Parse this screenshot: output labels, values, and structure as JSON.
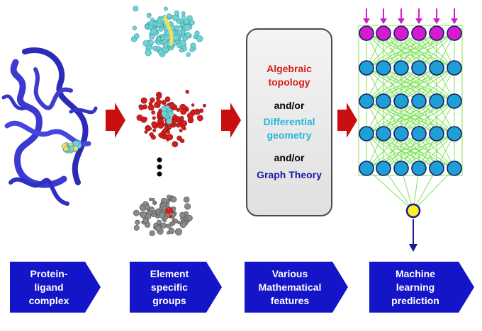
{
  "mathematical_features": {
    "topology": "Algebraic\ntopology",
    "and_or_1": "and/or",
    "geometry": "Differential\ngeometry",
    "and_or_2": "and/or",
    "graph": "Graph Theory"
  },
  "steps": [
    {
      "label": "Protein-\nligand\ncomplex"
    },
    {
      "label": "Element\nspecific\ngroups"
    },
    {
      "label": "Various\nMathematical\nfeatures"
    },
    {
      "label": "Machine\nlearning\nprediction"
    }
  ],
  "colors": {
    "protein": "#3a3ad0",
    "ligand": "#6fd3d3",
    "step_box": "#1414c8",
    "transition_arrow": "#c80e0e",
    "topology_text": "#d61e1e",
    "geometry_text": "#27b6d9",
    "graph_text": "#1a1aa0",
    "input_node": "#d41ccc",
    "hidden_node": "#1e9fd6",
    "output_node": "#ffee22",
    "edge": "#7fe25a"
  },
  "icons": {
    "transition": "right-arrow-icon",
    "ellipsis": "vertical-ellipsis-icon"
  }
}
